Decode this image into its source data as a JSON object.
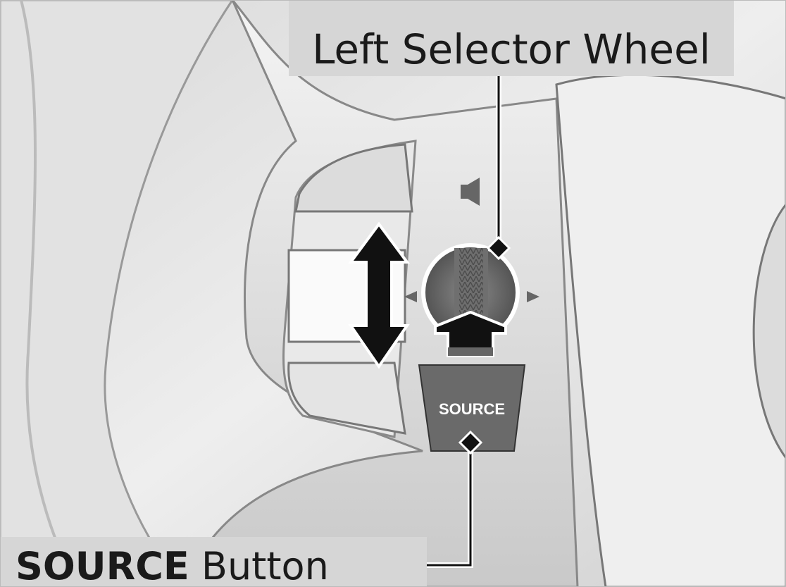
{
  "labels": {
    "selector_wheel": "Left Selector Wheel",
    "source_bold": "SOURCE",
    "source_rest": " Button"
  },
  "controls": {
    "source_button_text": "SOURCE"
  },
  "icons": [
    "speaker-icon",
    "up-down-arrow-icon",
    "left-arrow-icon",
    "right-arrow-icon",
    "push-arrow-icon"
  ],
  "colors": {
    "label_bg": "#d6d6d6",
    "button_dark": "#6a6a6a",
    "ink": "#111111"
  }
}
